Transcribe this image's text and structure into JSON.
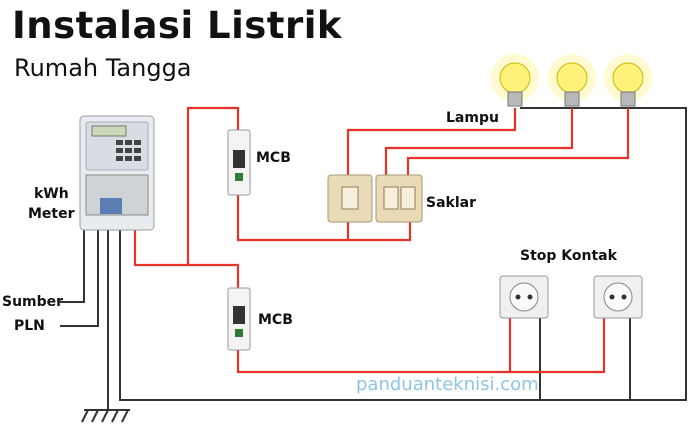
{
  "title": "Instalasi Listrik",
  "subtitle": "Rumah Tangga",
  "labels": {
    "kwh_line1": "kWh",
    "kwh_line2": "Meter",
    "mcb_top": "MCB",
    "mcb_bottom": "MCB",
    "saklar": "Saklar",
    "lampu": "Lampu",
    "stop_kontak": "Stop Kontak",
    "sumber": "Sumber",
    "pln": "PLN"
  },
  "watermark": "panduanteknisi.com",
  "colors": {
    "live_wire": "#e8332b",
    "neutral_wire": "#333333",
    "bulb_glow": "#fff27a",
    "switch_plate": "#eadbb8",
    "socket": "#f0f0f0"
  }
}
